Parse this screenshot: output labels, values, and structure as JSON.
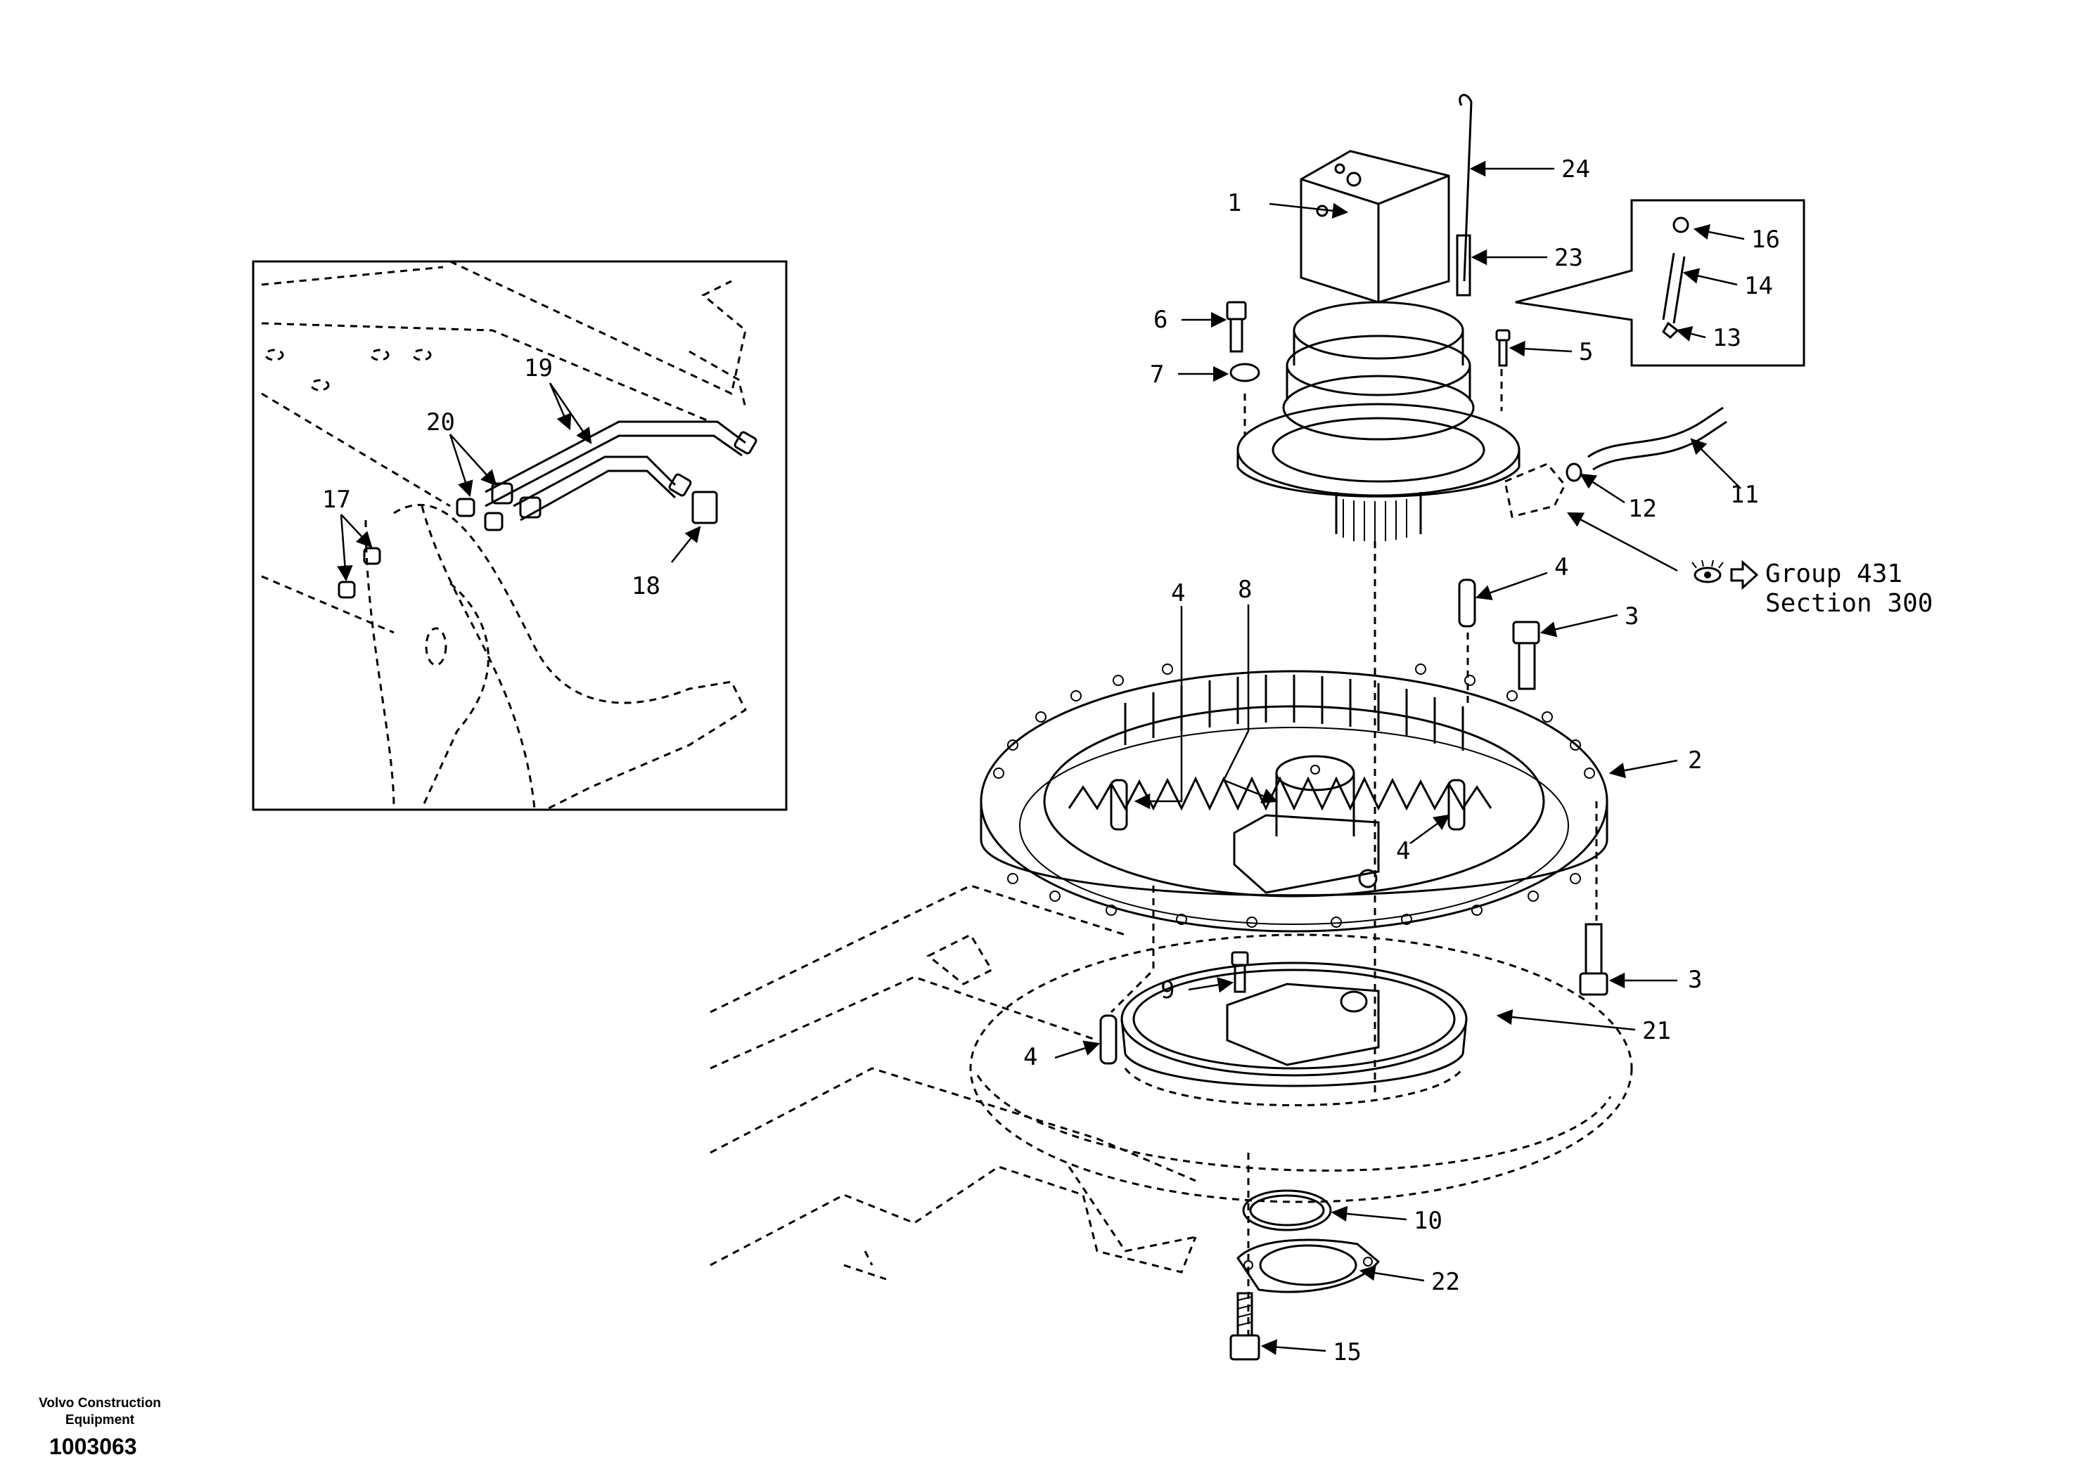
{
  "diagram": {
    "callouts": [
      {
        "id": "1",
        "text": "1"
      },
      {
        "id": "2",
        "text": "2"
      },
      {
        "id": "3a",
        "text": "3"
      },
      {
        "id": "3b",
        "text": "3"
      },
      {
        "id": "4a",
        "text": "4"
      },
      {
        "id": "4b",
        "text": "4"
      },
      {
        "id": "4c",
        "text": "4"
      },
      {
        "id": "4d",
        "text": "4"
      },
      {
        "id": "5",
        "text": "5"
      },
      {
        "id": "6",
        "text": "6"
      },
      {
        "id": "7",
        "text": "7"
      },
      {
        "id": "8",
        "text": "8"
      },
      {
        "id": "9",
        "text": "9"
      },
      {
        "id": "10",
        "text": "10"
      },
      {
        "id": "11",
        "text": "11"
      },
      {
        "id": "12",
        "text": "12"
      },
      {
        "id": "13",
        "text": "13"
      },
      {
        "id": "14",
        "text": "14"
      },
      {
        "id": "15",
        "text": "15"
      },
      {
        "id": "16",
        "text": "16"
      },
      {
        "id": "17",
        "text": "17"
      },
      {
        "id": "18",
        "text": "18"
      },
      {
        "id": "19",
        "text": "19"
      },
      {
        "id": "20",
        "text": "20"
      },
      {
        "id": "21",
        "text": "21"
      },
      {
        "id": "22",
        "text": "22"
      },
      {
        "id": "23",
        "text": "23"
      },
      {
        "id": "24",
        "text": "24"
      }
    ],
    "reference": {
      "line1": "Group 431",
      "line2": "Section 300"
    }
  },
  "footer": {
    "brand_line1": "Volvo Construction",
    "brand_line2": "Equipment",
    "drawing_number": "1003063"
  }
}
